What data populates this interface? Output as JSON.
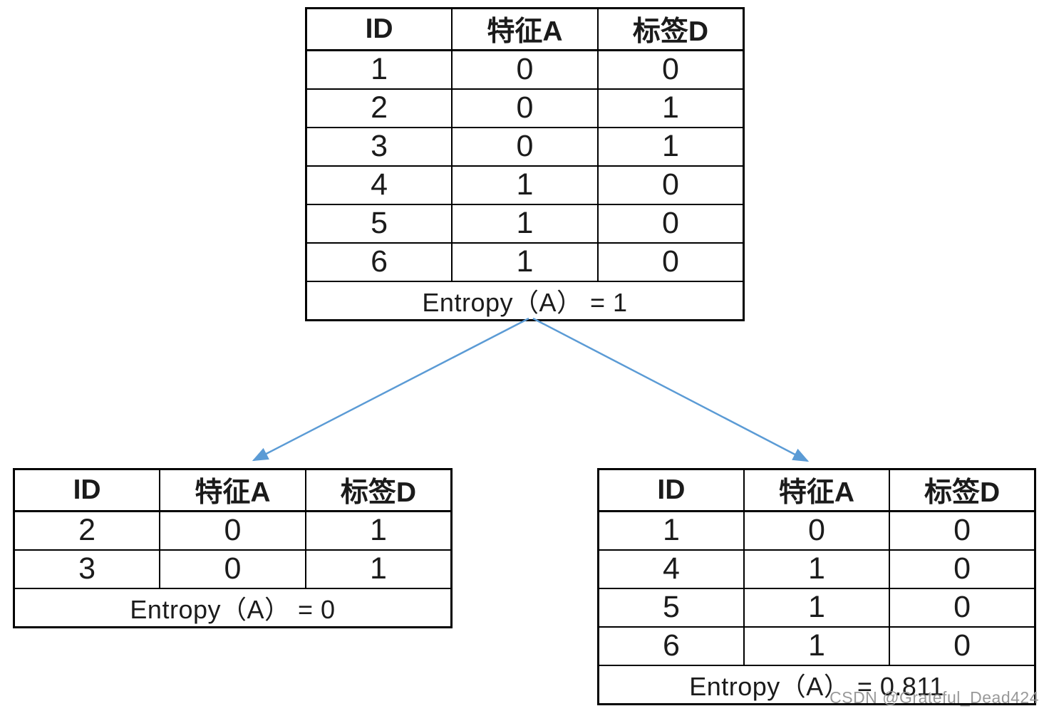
{
  "tables": {
    "root": {
      "headers": [
        "ID",
        "特征A",
        "标签D"
      ],
      "rows": [
        [
          "1",
          "0",
          "0"
        ],
        [
          "2",
          "0",
          "1"
        ],
        [
          "3",
          "0",
          "1"
        ],
        [
          "4",
          "1",
          "0"
        ],
        [
          "5",
          "1",
          "0"
        ],
        [
          "6",
          "1",
          "0"
        ]
      ],
      "footer": "Entropy（A） = 1"
    },
    "left": {
      "headers": [
        "ID",
        "特征A",
        "标签D"
      ],
      "rows": [
        [
          "2",
          "0",
          "1"
        ],
        [
          "3",
          "0",
          "1"
        ]
      ],
      "footer": "Entropy（A） = 0"
    },
    "right": {
      "headers": [
        "ID",
        "特征A",
        "标签D"
      ],
      "rows": [
        [
          "1",
          "0",
          "0"
        ],
        [
          "4",
          "1",
          "0"
        ],
        [
          "5",
          "1",
          "0"
        ],
        [
          "6",
          "1",
          "0"
        ]
      ],
      "footer": "Entropy（A） = 0.811"
    }
  },
  "arrows": {
    "color": "#5b9bd5"
  },
  "watermark": {
    "text": "CSDN @Grateful_Dead424",
    "color": "#949494"
  },
  "colors": {
    "border": "#000000",
    "text": "#1b1b1b",
    "background": "#ffffff"
  }
}
